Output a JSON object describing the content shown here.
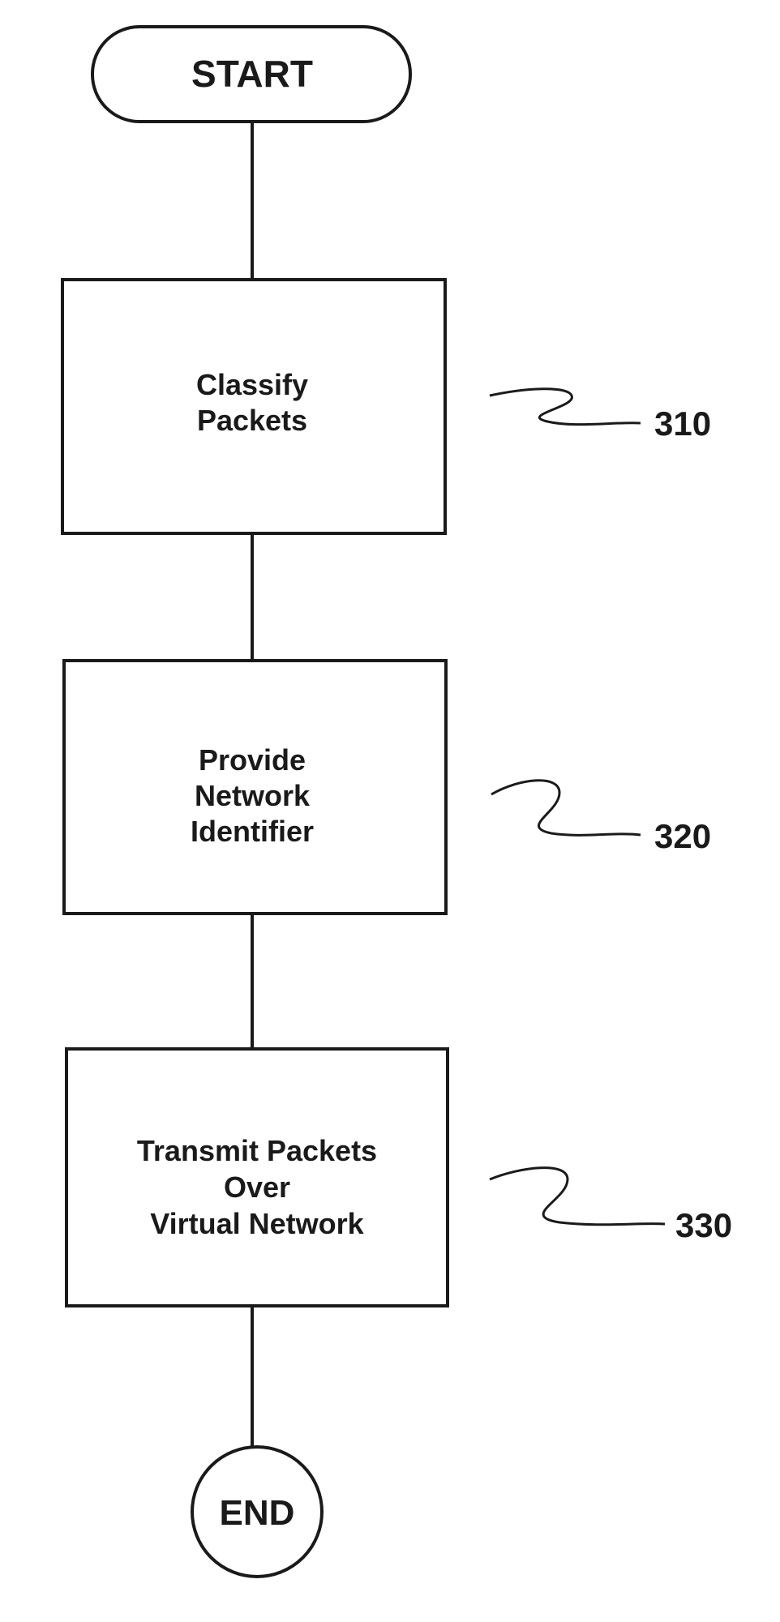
{
  "flowchart": {
    "start": {
      "label": "START"
    },
    "steps": [
      {
        "id": "step-classify",
        "lines": [
          "Classify",
          "Packets"
        ],
        "ref": "310"
      },
      {
        "id": "step-provide",
        "lines": [
          "Provide",
          "Network",
          "Identifier"
        ],
        "ref": "320"
      },
      {
        "id": "step-transmit",
        "lines": [
          "Transmit Packets",
          "Over",
          "Virtual Network"
        ],
        "ref": "330"
      }
    ],
    "end": {
      "label": "END"
    }
  },
  "colors": {
    "stroke": "#1a1a1a",
    "background": "#ffffff"
  }
}
